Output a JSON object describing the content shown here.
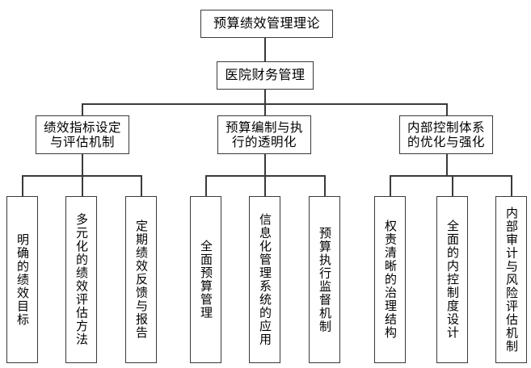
{
  "diagram": {
    "type": "hierarchy-tree",
    "orientation": "top-down",
    "colors": {
      "line": "#3a3a3a",
      "box_border": "#3a3a3a",
      "box_fill": "#ffffff",
      "text": "#000000",
      "background": "#ffffff"
    },
    "root": {
      "id": "root",
      "label": "预算绩效管理理论"
    },
    "level2": {
      "id": "l2",
      "label": "医院财务管理"
    },
    "level3": [
      {
        "id": "l3-1",
        "line1": "绩效指标设定",
        "line2": "与评估机制"
      },
      {
        "id": "l3-2",
        "line1": "预算编制与执",
        "line2": "行的透明化"
      },
      {
        "id": "l3-3",
        "line1": "内部控制体系",
        "line2": "的优化与强化"
      }
    ],
    "leaves": [
      {
        "id": "leaf-1",
        "parent": "l3-1",
        "label": "明确的绩效目标"
      },
      {
        "id": "leaf-2",
        "parent": "l3-1",
        "label": "多元化的绩效评估方法"
      },
      {
        "id": "leaf-3",
        "parent": "l3-1",
        "label": "定期绩效反馈与报告"
      },
      {
        "id": "leaf-4",
        "parent": "l3-2",
        "label": "全面预算管理"
      },
      {
        "id": "leaf-5",
        "parent": "l3-2",
        "label": "信息化管理系统的应用"
      },
      {
        "id": "leaf-6",
        "parent": "l3-2",
        "label": "预算执行监督机制"
      },
      {
        "id": "leaf-7",
        "parent": "l3-3",
        "label": "权责清晰的治理结构"
      },
      {
        "id": "leaf-8",
        "parent": "l3-3",
        "label": "全面的内控制度设计"
      },
      {
        "id": "leaf-9",
        "parent": "l3-3",
        "label": "内部审计与风险评估机制"
      }
    ]
  }
}
